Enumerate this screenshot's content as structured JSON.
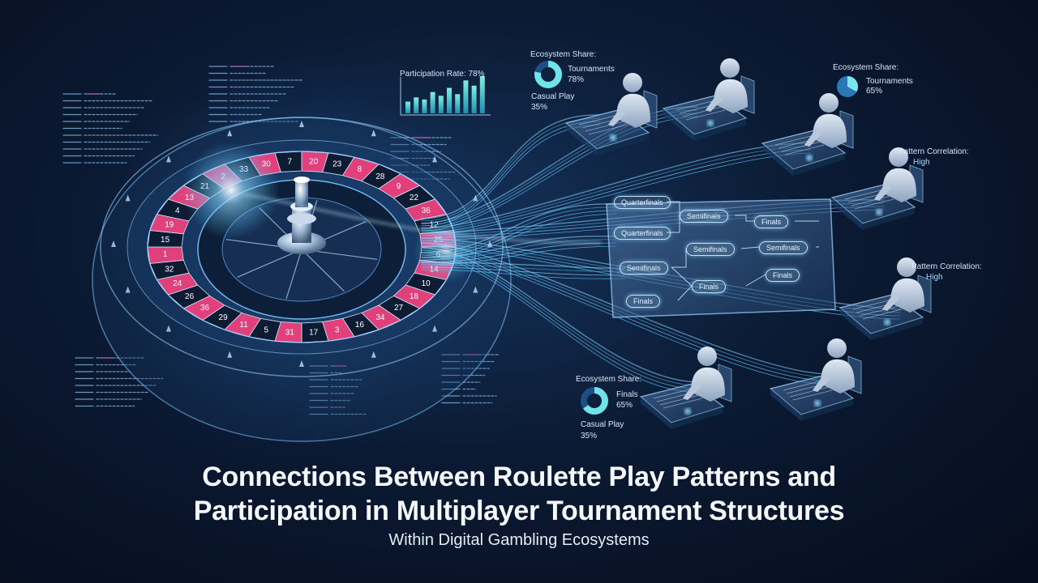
{
  "title_line1": "Connections Between Roulette Play Patterns and",
  "title_line2": "Participation in Multiplayer Tournament Structures",
  "subtitle": "Within Digital Gambling Ecosystems",
  "participation_chart": {
    "label": "Participation Rate: 78%",
    "values": [
      22,
      30,
      26,
      40,
      33,
      48,
      36,
      62,
      52,
      70
    ]
  },
  "ecosystem_top": {
    "heading": "Ecosystem Share:",
    "primary_label": "Tournaments",
    "primary_value": "78%",
    "secondary_label": "Casual Play",
    "secondary_value": "35%"
  },
  "ecosystem_right": {
    "heading": "Ecosystem Share:",
    "primary_label": "Tournaments",
    "primary_value": "65%"
  },
  "ecosystem_bottom": {
    "heading": "Ecosystem Share:",
    "primary_label": "Finals",
    "primary_value": "65%",
    "secondary_label": "Casual Play",
    "secondary_value": "35%"
  },
  "pattern_correlation_1": {
    "label": "Pattern Correlation:",
    "value": "High"
  },
  "pattern_correlation_2": {
    "label": "Pattern Correlation:",
    "value": "High"
  },
  "bracket": {
    "quarterfinals_1": "Quarterfinals",
    "quarterfinals_2": "Quarterfinals",
    "semifinals_1": "Semifinals",
    "semifinals_2": "Semifinals",
    "semifinals_3": "Semifinals",
    "semifinals_4": "Semifinals",
    "finals_1": "Finals",
    "finals_2": "Finals",
    "finals_3": "Finals",
    "finals_4": "Finals"
  },
  "wheel_numbers": [
    "20",
    "23",
    "8",
    "28",
    "9",
    "22",
    "36",
    "12",
    "25",
    "6",
    "14",
    "10",
    "18",
    "27",
    "34",
    "16",
    "3",
    "17",
    "31",
    "5",
    "11",
    "29",
    "36",
    "26",
    "24",
    "32",
    "1",
    "15",
    "19",
    "4",
    "13",
    "21",
    "2",
    "33",
    "30",
    "7"
  ],
  "colors": {
    "accent": "#4fc3ff",
    "pocket_red": "#e0417a",
    "pocket_dark": "#0d1c33",
    "glow": "#8fd8ff"
  }
}
